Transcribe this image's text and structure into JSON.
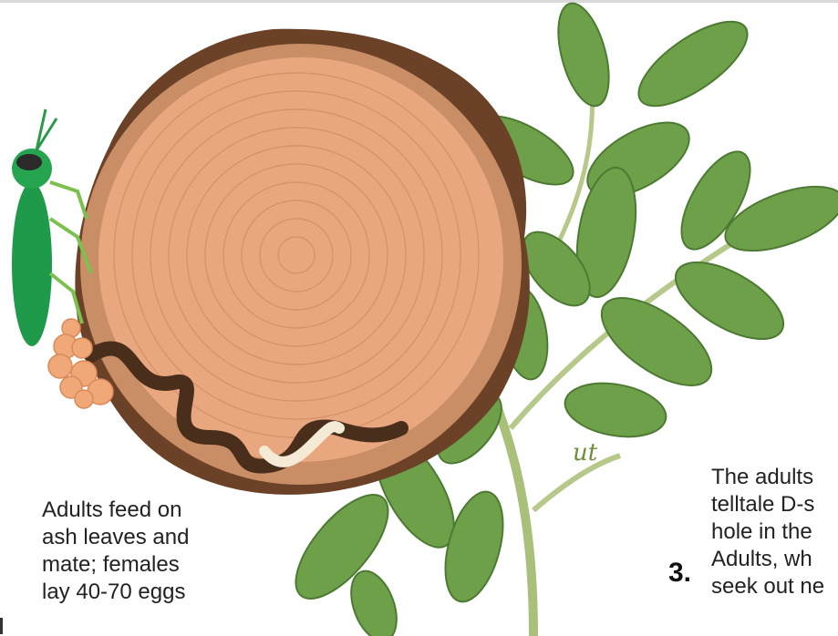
{
  "captions": {
    "left": [
      "Adults feed on",
      "ash leaves and",
      "mate; females",
      "lay 40-70 eggs"
    ],
    "right": [
      "The adults",
      "telltale D-s",
      "hole in the",
      "Adults, wh",
      "seek out ne"
    ],
    "step_number": "3."
  },
  "artist_signature": "ut",
  "colors": {
    "wood": "#e8a77e",
    "bark": "#6b4127",
    "leaf": "#6ea04a",
    "beetle": "#1f9a4a",
    "eggs": "#f0a878",
    "larva": "#f4ead6"
  }
}
